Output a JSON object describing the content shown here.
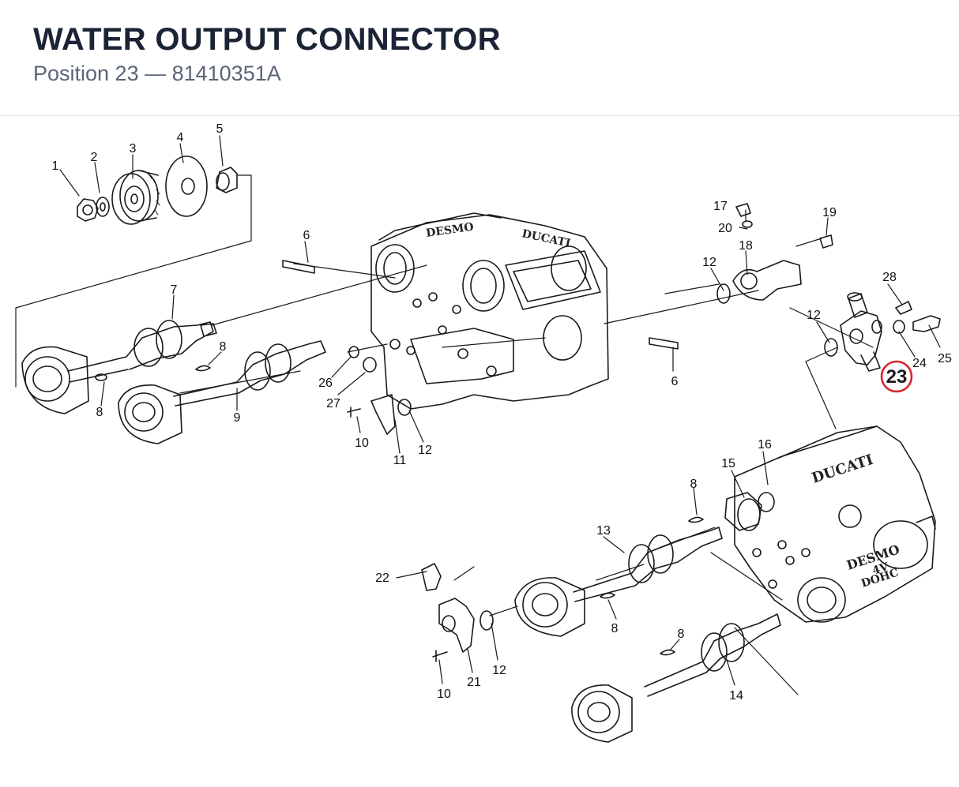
{
  "header": {
    "title": "WATER OUTPUT CONNECTOR",
    "subtitle": "Position 23 — 81410351A"
  },
  "diagram": {
    "highlight": {
      "label": "23",
      "color": "#d9262e"
    },
    "engraving": {
      "brand": "DUCATI",
      "line1": "DESMO",
      "line2": "4V",
      "line3": "DOHC"
    },
    "callouts": [
      {
        "id": "c1",
        "label": "1"
      },
      {
        "id": "c2",
        "label": "2"
      },
      {
        "id": "c3",
        "label": "3"
      },
      {
        "id": "c4",
        "label": "4"
      },
      {
        "id": "c5",
        "label": "5"
      },
      {
        "id": "c6a",
        "label": "6"
      },
      {
        "id": "c6b",
        "label": "6"
      },
      {
        "id": "c7",
        "label": "7"
      },
      {
        "id": "c8a",
        "label": "8"
      },
      {
        "id": "c8b",
        "label": "8"
      },
      {
        "id": "c8c",
        "label": "8"
      },
      {
        "id": "c8d",
        "label": "8"
      },
      {
        "id": "c8e",
        "label": "8"
      },
      {
        "id": "c9",
        "label": "9"
      },
      {
        "id": "c10a",
        "label": "10"
      },
      {
        "id": "c10b",
        "label": "10"
      },
      {
        "id": "c11",
        "label": "11"
      },
      {
        "id": "c12a",
        "label": "12"
      },
      {
        "id": "c12b",
        "label": "12"
      },
      {
        "id": "c12c",
        "label": "12"
      },
      {
        "id": "c12d",
        "label": "12"
      },
      {
        "id": "c13",
        "label": "13"
      },
      {
        "id": "c14",
        "label": "14"
      },
      {
        "id": "c15",
        "label": "15"
      },
      {
        "id": "c16",
        "label": "16"
      },
      {
        "id": "c17",
        "label": "17"
      },
      {
        "id": "c18",
        "label": "18"
      },
      {
        "id": "c19",
        "label": "19"
      },
      {
        "id": "c20",
        "label": "20"
      },
      {
        "id": "c21",
        "label": "21"
      },
      {
        "id": "c22",
        "label": "22"
      },
      {
        "id": "c24",
        "label": "24"
      },
      {
        "id": "c25",
        "label": "25"
      },
      {
        "id": "c26",
        "label": "26"
      },
      {
        "id": "c27",
        "label": "27"
      },
      {
        "id": "c28",
        "label": "28"
      }
    ]
  }
}
